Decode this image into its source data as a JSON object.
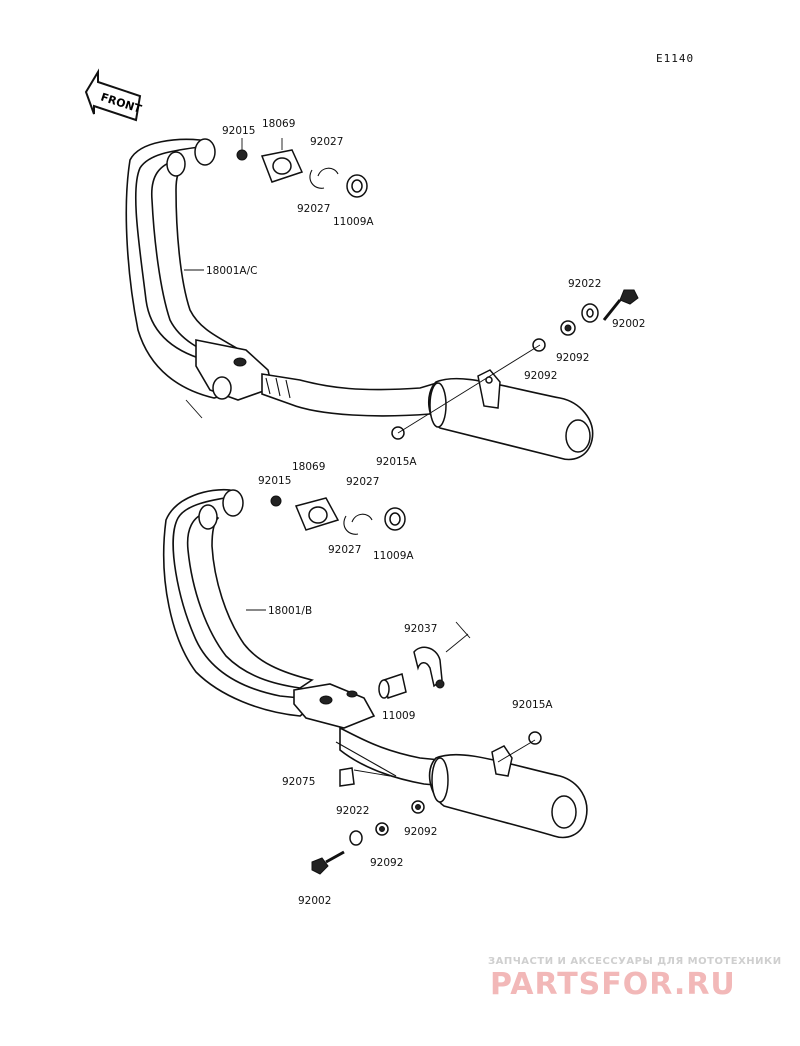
{
  "diagram_code": "E1140",
  "front_label": "FRONT",
  "top_assembly": {
    "pipe_label": "18001A/C",
    "labels": {
      "nut_92015": "92015",
      "flange_18069": "18069",
      "collar_92027_upper": "92027",
      "collar_92027_lower": "92027",
      "gasket_11009A": "11009A",
      "washer_92022": "92022",
      "bolt_92002": "92002",
      "nut_92092_a": "92092",
      "nut_92092_b": "92092",
      "nut_92015A": "92015A"
    }
  },
  "bottom_assembly": {
    "pipe_label": "18001/B",
    "labels": {
      "nut_92015": "92015",
      "flange_18069": "18069",
      "collar_92027_upper": "92027",
      "collar_92027_lower": "92027",
      "gasket_11009A": "11009A",
      "clamp_92037": "92037",
      "gasket_11009": "11009",
      "nut_92015A": "92015A",
      "damper_92075": "92075",
      "washer_92022": "92022",
      "nut_92092_a": "92092",
      "nut_92092_b": "92092",
      "bolt_92002": "92002"
    }
  },
  "watermark": {
    "tagline": "ЗАПЧАСТИ И АКСЕССУАРЫ ДЛЯ МОТОТЕХНИКИ",
    "brand": "PARTSFOR.RU",
    "color": "#f2b8b8"
  }
}
